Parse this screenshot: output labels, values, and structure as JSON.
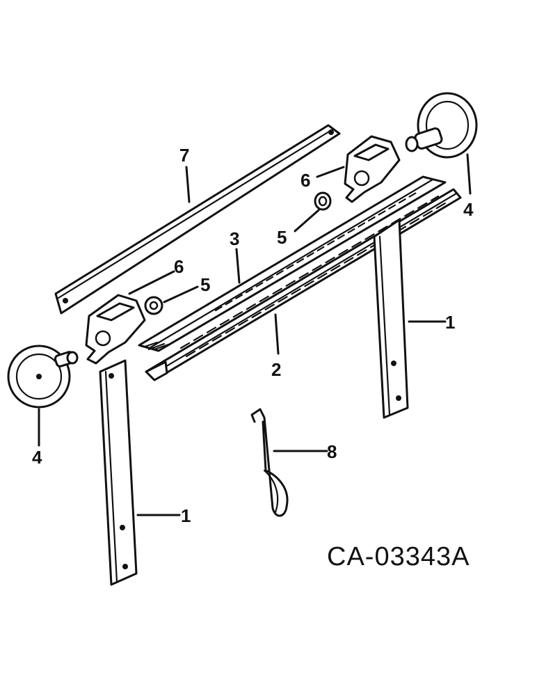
{
  "diagram": {
    "reference_code": "CA-03343A",
    "callouts": {
      "bar_7": "7",
      "bracket_6_right": "6",
      "bracket_6_left": "6",
      "reflector_4_right": "4",
      "reflector_4_left": "4",
      "spacer_5_right": "5",
      "spacer_5_left": "5",
      "strip_3": "3",
      "channel_2": "2",
      "post_1_right": "1",
      "post_1_left": "1",
      "pin_8": "8"
    }
  }
}
